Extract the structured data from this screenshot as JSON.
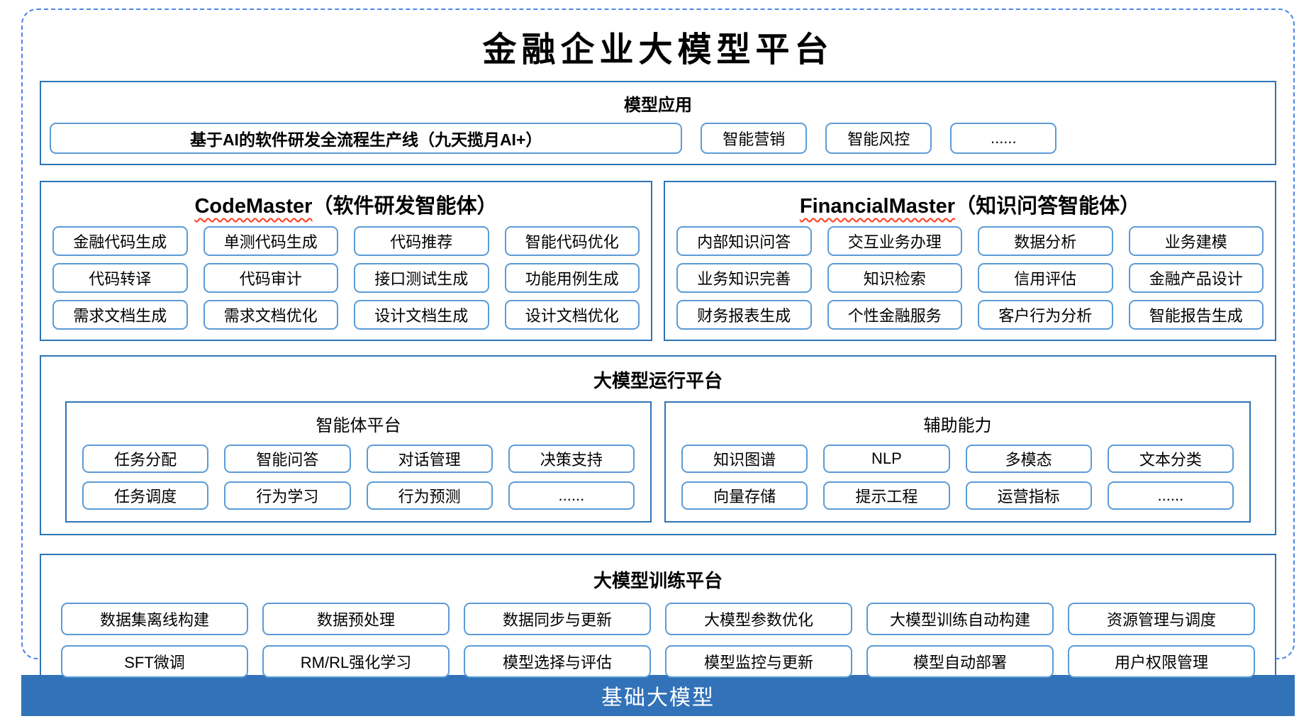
{
  "title": "金融企业大模型平台",
  "model_app": {
    "header": "模型应用",
    "pipeline": "基于AI的软件研发全流程生产线（九天揽月AI+）",
    "items": [
      "智能营销",
      "智能风控",
      "......"
    ]
  },
  "code_master": {
    "title_en": "CodeMaster",
    "title_zh": "（软件研发智能体）",
    "row1": [
      "金融代码生成",
      "单测代码生成",
      "代码推荐",
      "智能代码优化"
    ],
    "row2": [
      "代码转译",
      "代码审计",
      "接口测试生成",
      "功能用例生成"
    ],
    "row3": [
      "需求文档生成",
      "需求文档优化",
      "设计文档生成",
      "设计文档优化"
    ]
  },
  "financial_master": {
    "title_en": "FinancialMaster",
    "title_zh": "（知识问答智能体）",
    "row1": [
      "内部知识问答",
      "交互业务办理",
      "数据分析",
      "业务建模"
    ],
    "row2": [
      "业务知识完善",
      "知识检索",
      "信用评估",
      "金融产品设计"
    ],
    "row3": [
      "财务报表生成",
      "个性金融服务",
      "客户行为分析",
      "智能报告生成"
    ]
  },
  "runtime": {
    "header": "大模型运行平台",
    "agent_platform": {
      "header": "智能体平台",
      "row1": [
        "任务分配",
        "智能问答",
        "对话管理",
        "决策支持"
      ],
      "row2": [
        "任务调度",
        "行为学习",
        "行为预测",
        "......"
      ]
    },
    "auxiliary": {
      "header": "辅助能力",
      "row1": [
        "知识图谱",
        "NLP",
        "多模态",
        "文本分类"
      ],
      "row2": [
        "向量存储",
        "提示工程",
        "运营指标",
        "......"
      ]
    }
  },
  "training": {
    "header": "大模型训练平台",
    "row1": [
      "数据集离线构建",
      "数据预处理",
      "数据同步与更新",
      "大模型参数优化",
      "大模型训练自动构建",
      "资源管理与调度"
    ],
    "row2": [
      "SFT微调",
      "RM/RL强化学习",
      "模型选择与评估",
      "模型监控与更新",
      "模型自动部署",
      "用户权限管理"
    ]
  },
  "base_model": {
    "label": "基础大模型"
  },
  "colors": {
    "outer_dashed_border": "#4a86e8",
    "section_border": "#2e74b5",
    "pill_border": "#5b9bd5",
    "base_bar_bg": "#3272b9",
    "base_bar_text": "#ffffff",
    "spellcheck_underline": "#ff3d20",
    "text": "#000000"
  }
}
